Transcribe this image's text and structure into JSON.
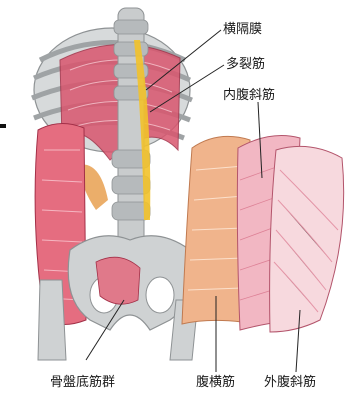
{
  "labels": {
    "diaphragm": "横隔膜",
    "multifidus": "多裂筋",
    "internal_oblique": "内腹斜筋",
    "pelvic_floor": "骨盤底筋群",
    "transversus_abdominis": "腹横筋",
    "external_oblique": "外腹斜筋"
  },
  "colors": {
    "bone": "#c9cccd",
    "bone_edge": "#8e9294",
    "muscle_red": "#d9566e",
    "muscle_pink": "#f2b7c3",
    "muscle_light": "#f7d9de",
    "transversus_peach": "#f0b48c",
    "spine_yellow": "#f2c22a",
    "leader_line": "#222222"
  }
}
